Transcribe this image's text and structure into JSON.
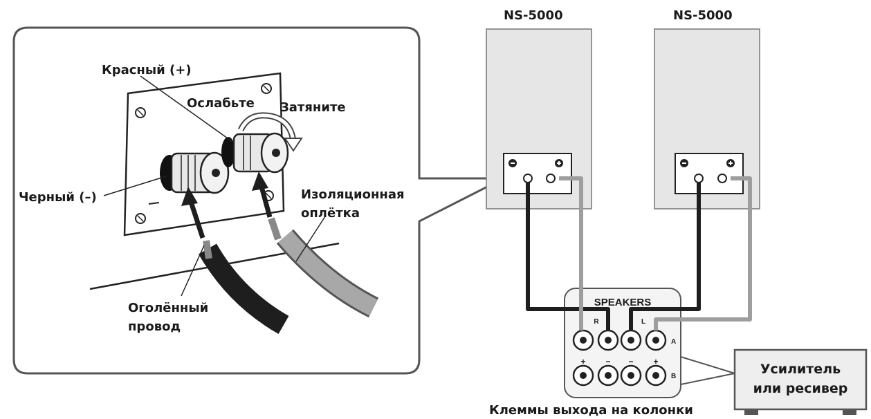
{
  "detail": {
    "red_label": "Красный (+)",
    "loosen_label": "Ослабьте",
    "tighten_label": "Затяните",
    "black_label": "Черный (–)",
    "insulation_line1": "Изоляционная",
    "insulation_line2": "оплётка",
    "bare_wire_line1": "Оголённый",
    "bare_wire_line2": "провод"
  },
  "speakers": {
    "left_model": "NS-5000",
    "right_model": "NS-5000"
  },
  "amp_panel": {
    "title": "SPEAKERS",
    "ch_r": "R",
    "ch_l": "L",
    "row_a": "A",
    "row_b": "B",
    "plus": "+",
    "minus": "−",
    "caption": "Клеммы выхода на колонки"
  },
  "amplifier": {
    "line1": "Усилитель",
    "line2": "или ресивер"
  },
  "colors": {
    "outline": "#555555",
    "speaker_fill": "#e6e6e6",
    "wire_black": "#1e1e1e",
    "wire_gray": "#a8a8a8",
    "panel_fill": "#f4f4f4"
  }
}
